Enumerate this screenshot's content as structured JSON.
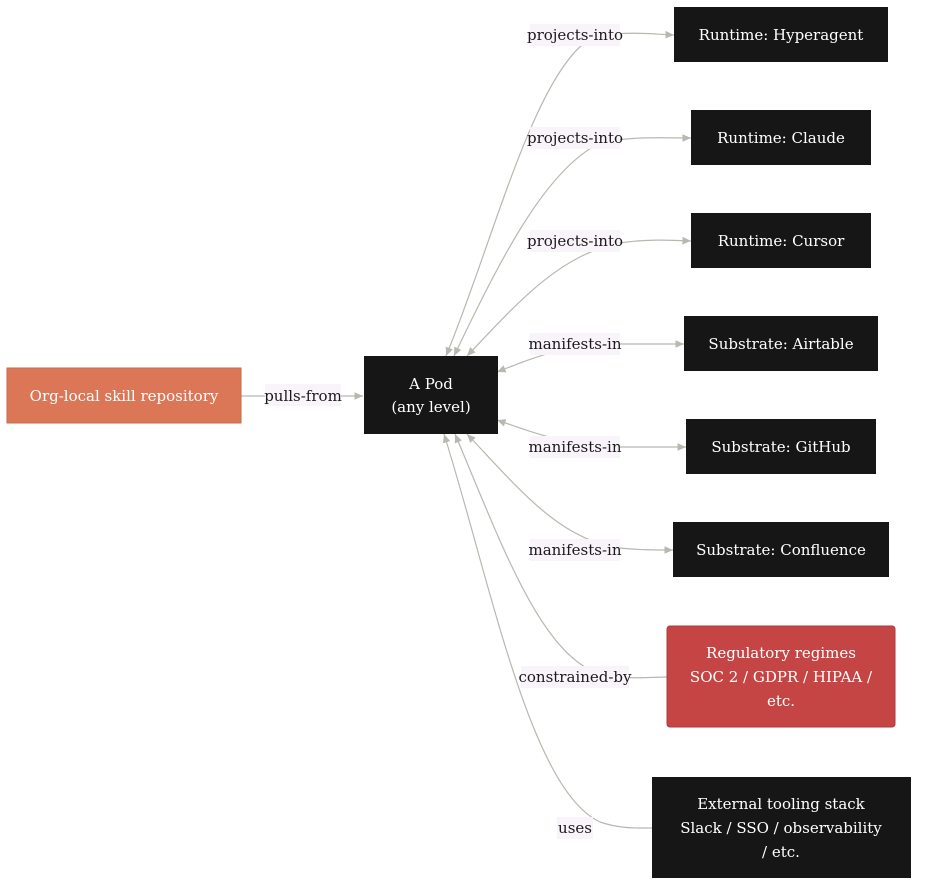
{
  "colors": {
    "dark_node": "#161616",
    "source_node": "#db7657",
    "regulatory_node": "#c54444",
    "edge": "#b8b8b0",
    "label_bg": "#f9f3fa",
    "node_text": "#ffffff",
    "label_text": "#1a1a1a"
  },
  "nodes": [
    {
      "id": "repo",
      "lines": [
        "Org-local skill repository"
      ],
      "kind": "source"
    },
    {
      "id": "pod",
      "lines": [
        "A Pod",
        "(any level)"
      ],
      "kind": "dark"
    },
    {
      "id": "hyperagent",
      "lines": [
        "Runtime: Hyperagent"
      ],
      "kind": "dark"
    },
    {
      "id": "claude",
      "lines": [
        "Runtime: Claude"
      ],
      "kind": "dark"
    },
    {
      "id": "cursor",
      "lines": [
        "Runtime: Cursor"
      ],
      "kind": "dark"
    },
    {
      "id": "airtable",
      "lines": [
        "Substrate: Airtable"
      ],
      "kind": "dark"
    },
    {
      "id": "github",
      "lines": [
        "Substrate: GitHub"
      ],
      "kind": "dark"
    },
    {
      "id": "confluence",
      "lines": [
        "Substrate: Confluence"
      ],
      "kind": "dark"
    },
    {
      "id": "regulatory",
      "lines": [
        "Regulatory regimes",
        "SOC 2 / GDPR / HIPAA /",
        "etc."
      ],
      "kind": "regulatory"
    },
    {
      "id": "tooling",
      "lines": [
        "External tooling stack",
        "Slack / SSO / observability",
        "/ etc."
      ],
      "kind": "dark"
    }
  ],
  "edges": [
    {
      "id": "repo-pod",
      "label": "pulls-from"
    },
    {
      "id": "pod-hyperagent",
      "label": "projects-into"
    },
    {
      "id": "pod-claude",
      "label": "projects-into"
    },
    {
      "id": "pod-cursor",
      "label": "projects-into"
    },
    {
      "id": "pod-airtable",
      "label": "manifests-in"
    },
    {
      "id": "pod-github",
      "label": "manifests-in"
    },
    {
      "id": "pod-confluence",
      "label": "manifests-in"
    },
    {
      "id": "pod-regulatory",
      "label": "constrained-by"
    },
    {
      "id": "pod-tooling",
      "label": "uses"
    }
  ]
}
